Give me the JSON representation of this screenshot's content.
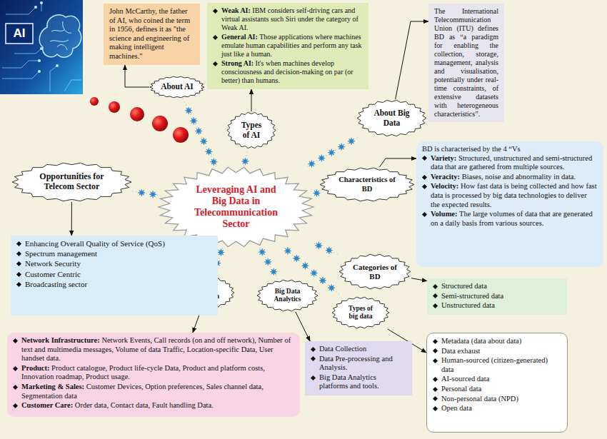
{
  "diagram": {
    "nodes": [
      {
        "text": [
          "Leveraging AI and Big Data in Telecommunication Sector"
        ]
      },
      {
        "text": [
          "About AI"
        ]
      },
      {
        "text": [
          "John McCarthy, the father of AI, who coined the term in 1956, defines it as \"the science and engineering of making intelligent machines.\""
        ]
      },
      {
        "text": [
          "Types of AI"
        ]
      },
      {
        "text": [
          "Weak AI: IBM considers self-driving cars and virtual assistants such Siri under the category of Weak AI.",
          "General AI: Those applications where machines emulate human capabilities and perform any task just like a human.",
          "Strong AI: It's when machines develop consciousness and decision-making on par (or better) than humans."
        ]
      },
      {
        "text": [
          "About Big Data"
        ]
      },
      {
        "text": [
          "The International Telecommunication Union (ITU) defines BD as “a paradigm for enabling the collection, storage, management, analysis and visualisation, potentially under real-time constraints, of extensive datasets with heterogeneous characteristics”."
        ]
      },
      {
        "text": [
          "Characteristics of BD"
        ]
      },
      {
        "text": [
          "BD is characterised by the 4 “Vs",
          "Variety: Structured, unstructured and semi-structured data that are gathered from multiple sources.",
          "Veracity: Biases, noise and abnormality in data.",
          "Velocity: How fast data is being collected and how fast data is processed by big data technologies to deliver the expected results.",
          "Volume: The large volumes of data that are generated on a daily basis from various sources."
        ]
      },
      {
        "text": [
          "Categories of BD"
        ]
      },
      {
        "text": [
          "Structured data",
          "Semi-structured data",
          "Unstructured data"
        ]
      },
      {
        "text": [
          "Types of big data"
        ]
      },
      {
        "text": [
          "Metadata (data about data)",
          "Data exhaust",
          "Human-sourced (citizen-generated) data",
          "AI-sourced data",
          "Personal data",
          "Non-personal data (NPD)",
          "Open data"
        ]
      },
      {
        "text": [
          "Big Data Analytics"
        ]
      },
      {
        "text": [
          "Data Collection",
          "Data Pre-processing and Analysis.",
          "Big Data Analytics platforms and tools."
        ]
      },
      {
        "text": [
          "BD in Telecom"
        ]
      },
      {
        "text": [
          "Network Infrastructure: Network Events, Call records (on and off network), Number of text and multimedia messages, Volume of data Traffic, Location-specific Data, User handset data.",
          "Product: Product catalogue, Product life-cycle Data, Product and platform costs, Innovation roadmap, Product usage.",
          "Marketing & Sales: Customer Devices, Option preferences, Sales channel data, Segmentation data",
          "Customer Care: Order data, Contact data, Fault handling Data."
        ]
      },
      {
        "text": [
          "Opportunities for Telecom Sector"
        ]
      },
      {
        "text": [
          "Enhancing Overall Quality of Service (QoS)",
          "Spectrum management",
          "Network Security",
          "Customer Centric",
          "Broadcasting sector"
        ]
      }
    ],
    "edges": [
      {
        "from": 0,
        "to": 1,
        "arrow": "none"
      },
      {
        "from": 0,
        "to": 3,
        "arrow": "none"
      },
      {
        "from": 0,
        "to": 5,
        "arrow": "none"
      },
      {
        "from": 0,
        "to": 7,
        "arrow": "none"
      },
      {
        "from": 0,
        "to": 9,
        "arrow": "none"
      },
      {
        "from": 0,
        "to": 11,
        "arrow": "none"
      },
      {
        "from": 0,
        "to": 13,
        "arrow": "none"
      },
      {
        "from": 0,
        "to": 15,
        "arrow": "none"
      },
      {
        "from": 0,
        "to": 17,
        "arrow": "none"
      },
      {
        "from": 1,
        "to": 2,
        "arrow": "to"
      },
      {
        "from": 3,
        "to": 4,
        "arrow": "to"
      },
      {
        "from": 5,
        "to": 6,
        "arrow": "to"
      },
      {
        "from": 7,
        "to": 8,
        "arrow": "to"
      },
      {
        "from": 9,
        "to": 10,
        "arrow": "to"
      },
      {
        "from": 11,
        "to": 12,
        "arrow": "to"
      },
      {
        "from": 13,
        "to": 14,
        "arrow": "to"
      },
      {
        "from": 15,
        "to": 16,
        "arrow": "to"
      },
      {
        "from": 17,
        "to": 18,
        "arrow": "to"
      }
    ],
    "labels": [
      "AI"
    ]
  }
}
